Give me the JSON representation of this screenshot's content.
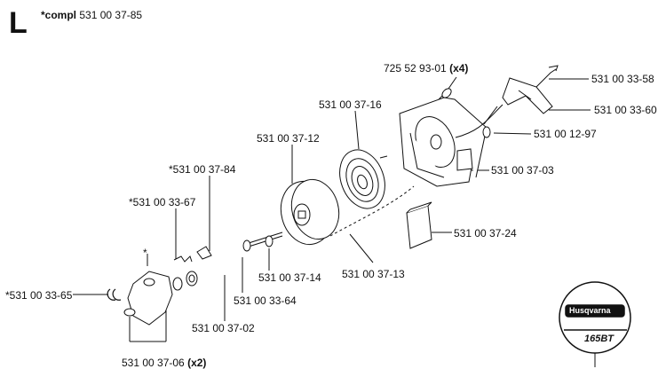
{
  "header": {
    "section_letter": "L",
    "compl_prefix": "*compl",
    "compl_number": "531 00 37-85"
  },
  "parts": {
    "screw_top": {
      "number": "725 52 93-01",
      "qty": "(x4)"
    },
    "handle": "531 00 33-58",
    "rope": "531 00 33-60",
    "spring_cassette": "531 00 37-16",
    "rope_guide": "531 00 12-97",
    "pulley": "531 00 37-12",
    "housing": "531 00 37-03",
    "pawl_spring": "*531 00 37-84",
    "pawl_kit": "*531 00 33-67",
    "plate": "531 00 37-24",
    "center_screw": "531 00 37-14",
    "starter_rope": "531 00 37-13",
    "circlip": "*531 00 33-65",
    "washer_screw": "531 00 33-64",
    "pawl_washer": "531 00 37-02",
    "pawl": {
      "number": "531 00 37-06",
      "qty": "(x2)"
    },
    "asterisk": "*"
  },
  "badge": {
    "brand": "Husqvarna",
    "model": "165BT"
  }
}
